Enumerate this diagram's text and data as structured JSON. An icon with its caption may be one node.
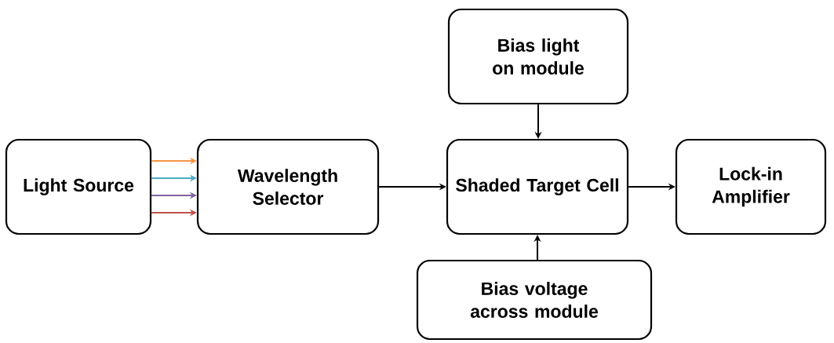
{
  "diagram": {
    "nodes": [
      {
        "text": [
          "Light Source"
        ]
      },
      {
        "text": [
          "Wavelength Selector"
        ]
      },
      {
        "text": [
          "Bias light on module"
        ]
      },
      {
        "text": [
          "Shaded Target Cell"
        ]
      },
      {
        "text": [
          "Lock-in Amplifier"
        ]
      },
      {
        "text": [
          "Bias voltage across module"
        ]
      }
    ],
    "edges": [
      {
        "from": 0,
        "to": 1,
        "arrow": "to",
        "color": "#f79646"
      },
      {
        "from": 0,
        "to": 1,
        "arrow": "to",
        "color": "#4bacc6"
      },
      {
        "from": 0,
        "to": 1,
        "arrow": "to",
        "color": "#8064a2"
      },
      {
        "from": 0,
        "to": 1,
        "arrow": "to",
        "color": "#c0504d"
      },
      {
        "from": 1,
        "to": 3,
        "arrow": "to"
      },
      {
        "from": 2,
        "to": 3,
        "arrow": "to"
      },
      {
        "from": 5,
        "to": 3,
        "arrow": "to"
      },
      {
        "from": 3,
        "to": 4,
        "arrow": "to"
      }
    ]
  }
}
